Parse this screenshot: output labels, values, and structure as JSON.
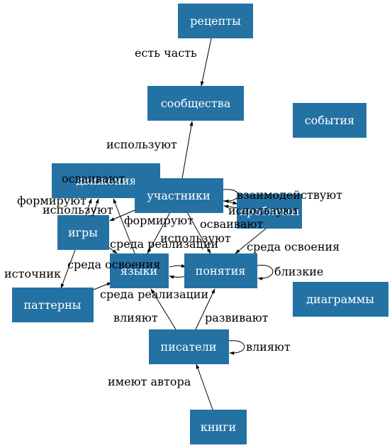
{
  "nodes": {
    "recipes": "рецепты",
    "communities": "сообщества",
    "events": "события",
    "movements": "движения",
    "participants": "участники",
    "problems": "проблемы",
    "games": "игры",
    "languages": "языки",
    "concepts": "понятия",
    "patterns": "паттерны",
    "diagrams": "диаграммы",
    "writers": "писатели",
    "books": "книги"
  },
  "edges": {
    "recipes_communities": "есть часть",
    "participants_communities": "используют",
    "participants_movements": "осваивают",
    "participants_participants": "взаимодействуют",
    "participants_problems": "используют",
    "problems_participants": "осваивают",
    "participants_games": "формируют",
    "participants_languages": "среда реализации",
    "participants_concepts": "используют",
    "games_movements": "формируют",
    "games_movements_b": "используют",
    "games_languages": "среда освоения",
    "games_patterns": "источник",
    "problems_concepts": "среда освоения",
    "languages_concepts": "среда реализации",
    "concepts_concepts": "близкие",
    "writers_languages": "влияют",
    "writers_concepts": "развивают",
    "writers_writers": "влияют",
    "books_writers": "имеют автора"
  }
}
